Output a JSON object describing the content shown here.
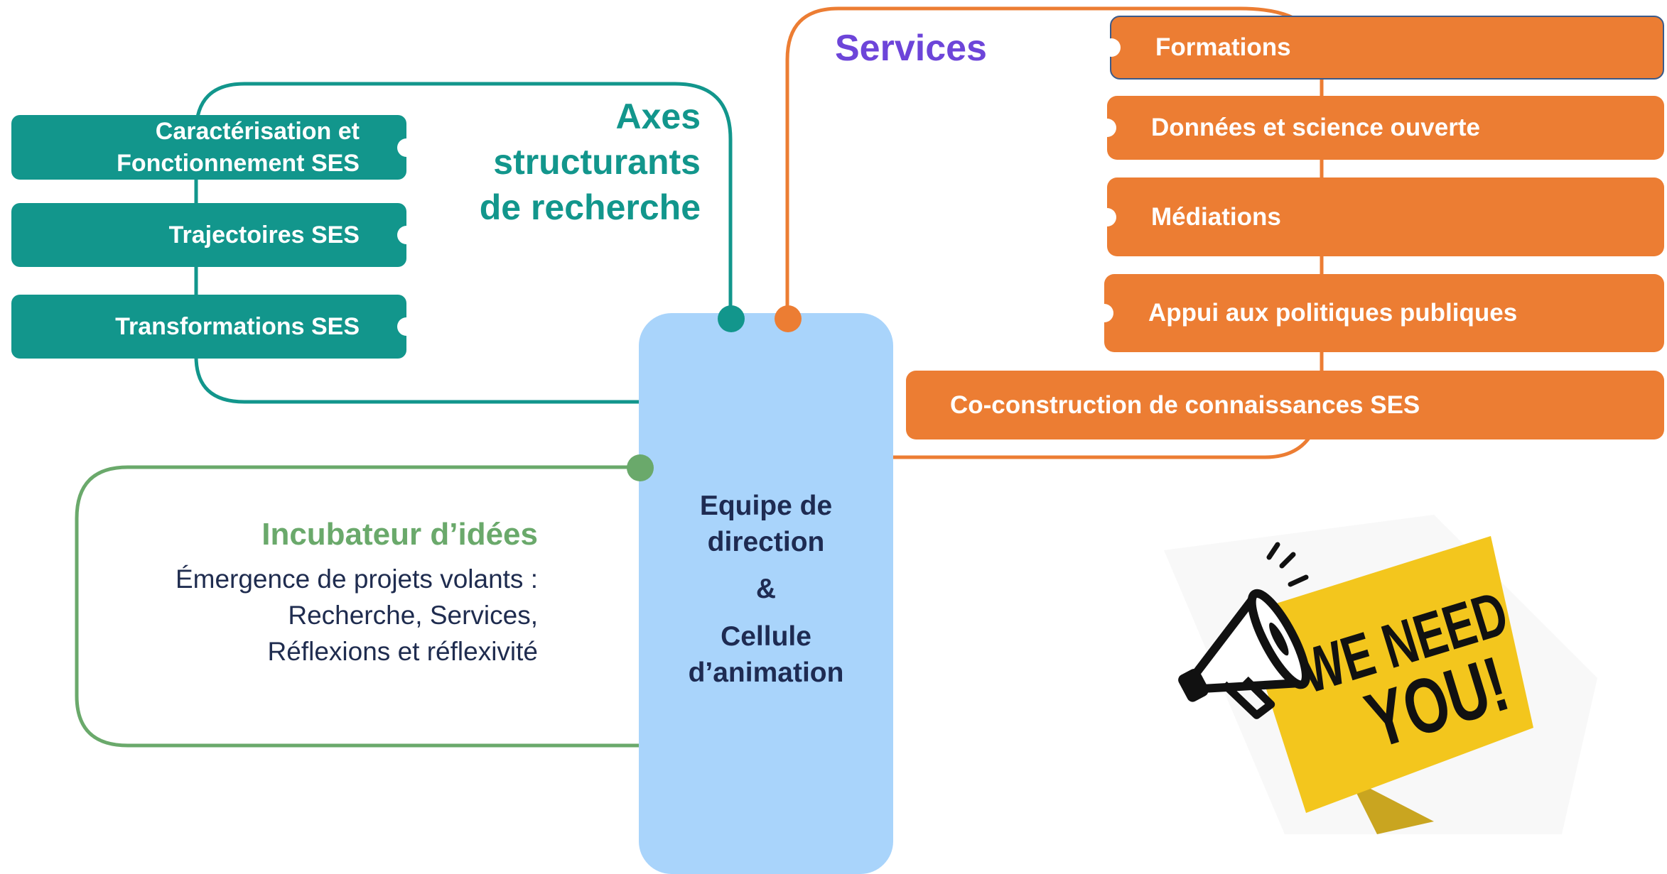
{
  "axes": {
    "title_lines": [
      "Axes",
      "structurants",
      "de recherche"
    ],
    "items": [
      {
        "lines": [
          "Caractérisation et",
          "Fonctionnement SES"
        ]
      },
      {
        "lines": [
          "Trajectoires SES"
        ]
      },
      {
        "lines": [
          "Transformations SES"
        ]
      }
    ]
  },
  "services": {
    "title": "Services",
    "items": [
      "Formations",
      "Données et science ouverte",
      "Médiations",
      "Appui aux politiques publiques",
      "Co-construction de connaissances SES"
    ]
  },
  "incubator": {
    "title": "Incubateur d’idées",
    "lines": [
      "Émergence de projets volants :",
      "Recherche, Services,",
      "Réflexions et réflexivité"
    ]
  },
  "center": {
    "lines": [
      "Equipe de",
      "direction",
      "&",
      "Cellule",
      "d’animation"
    ]
  },
  "poster": {
    "text_lines": [
      "WE NEED",
      "YOU!"
    ],
    "icon": "megaphone-icon"
  },
  "colors": {
    "teal": "#12968c",
    "orange": "#ec7d33",
    "green": "#6aa96b",
    "purple": "#6d45d9",
    "center_fill": "#a9d4fb",
    "center_text": "#1e2b52",
    "poster_yellow": "#f3c61d"
  }
}
